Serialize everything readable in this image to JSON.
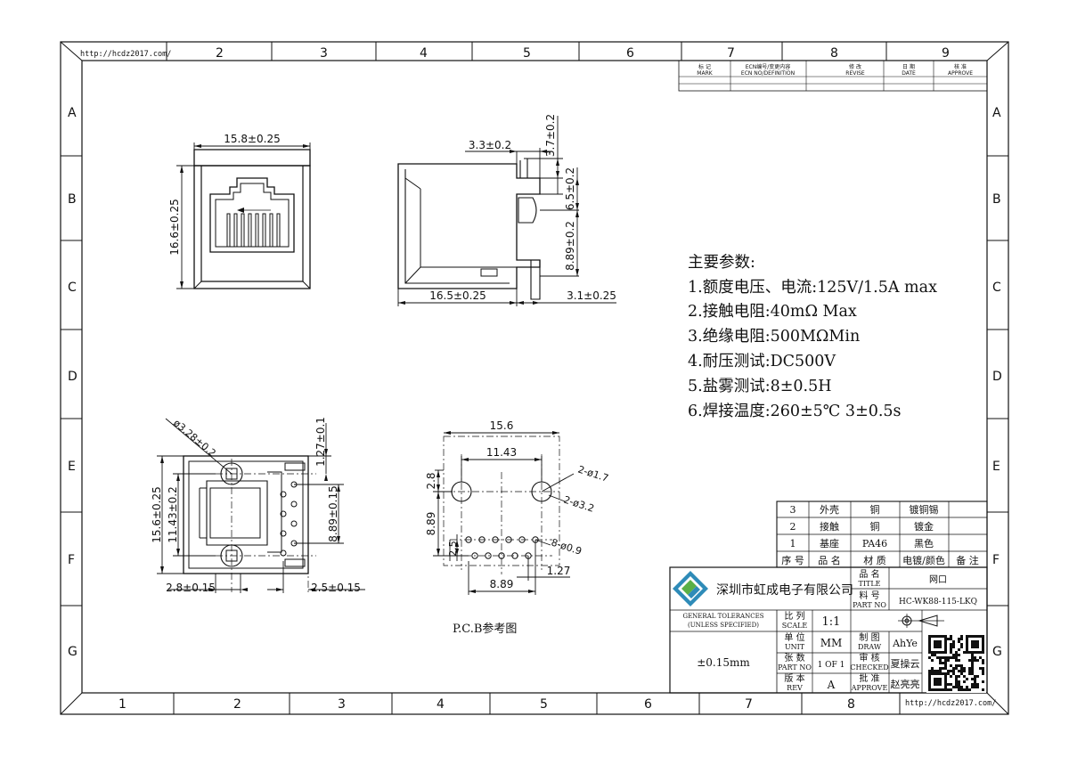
{
  "frame": {
    "url": "http://hcdz2017.com/",
    "top_cols": [
      "2",
      "3",
      "4",
      "5",
      "6",
      "7",
      "8",
      "9"
    ],
    "bottom_cols": [
      "1",
      "2",
      "3",
      "4",
      "5",
      "6",
      "7",
      "8"
    ],
    "rows": [
      "A",
      "B",
      "C",
      "D",
      "E",
      "F",
      "G"
    ]
  },
  "revision": {
    "headers": [
      {
        "cn": "标 记",
        "en": "MARK"
      },
      {
        "cn": "ECN编号/变更内容",
        "en": "ECN NO/DEFINITION"
      },
      {
        "cn": "修 改",
        "en": "REVISE"
      },
      {
        "cn": "日 期",
        "en": "DATE"
      },
      {
        "cn": "核 准",
        "en": "APPROVE"
      }
    ]
  },
  "front_view": {
    "width": "15.8±0.25",
    "height": "16.6±0.25"
  },
  "side_view": {
    "d1": "3.3±0.2",
    "d2": "3.7±0.2",
    "d3": "6.5±0.2",
    "d4": "8.89±0.2",
    "d5": "16.5±0.25",
    "d6": "3.1±0.25"
  },
  "bottom_view": {
    "d1": "ø3.28±0.2",
    "d2": "1.27±0.1",
    "d3": "15.6±0.25",
    "d4": "11.43±0.2",
    "d5": "8.89±0.15",
    "d6": "2.8±0.15",
    "d7": "2.5±0.15"
  },
  "pcb_view": {
    "d1": "15.6",
    "d2": "11.43",
    "d3": "2-ø1.7",
    "d4": "2-ø3.2",
    "d5": "2.8",
    "d6": "8.89",
    "d7": "8-ø0.9",
    "d8": "2.5",
    "d9": "1.27",
    "d10": "8.89",
    "caption": "P.C.B参考图"
  },
  "specs": {
    "title": "主要参数:",
    "items": [
      "1.额度电压、电流:125V/1.5A max",
      "2.接触电阻:40mΩ Max",
      "3.绝缘电阻:500MΩMin",
      "4.耐压测试:DC500V",
      "5.盐雾测试:8±0.5H",
      "6.焊接温度:260±5℃ 3±0.5s"
    ]
  },
  "bom": {
    "rows": [
      [
        "3",
        "外壳",
        "铜",
        "镀铜锡",
        ""
      ],
      [
        "2",
        "接触",
        "铜",
        "镀金",
        ""
      ],
      [
        "1",
        "基座",
        "PA46",
        "黑色",
        ""
      ]
    ],
    "header": [
      "序 号",
      "品 名",
      "材 质",
      "电镀/颜色",
      "备 注"
    ]
  },
  "title_block": {
    "company": "深圳市虹成电子有限公司",
    "title_label_cn": "品 名",
    "title_label_en": "TITLE",
    "title_value": "网口",
    "part_label_cn": "料 号",
    "part_label_en": "PART NO",
    "part_value": "HC-WK88-115-LKQ",
    "tol_line1": "GENERAL TOLERANCES",
    "tol_line2": "(UNLESS SPECIFIED)",
    "tol_value": "±0.15mm",
    "scale_cn": "比 列",
    "scale_en": "SCALE",
    "scale_value": "1:1",
    "unit_cn": "单 位",
    "unit_en": "UNIT",
    "unit_value": "MM",
    "sheet_cn": "张 数",
    "sheet_en": "PART NO",
    "sheet_value": "1 OF 1",
    "rev_cn": "版 本",
    "rev_en": "REV",
    "rev_value": "A",
    "draw_cn": "制 图",
    "draw_en": "DRAW",
    "draw_value": "AhYe",
    "check_cn": "审 核",
    "check_en": "CHECKED",
    "check_value": "夏操云",
    "approve_cn": "批 准",
    "approve_en": "APPROVE",
    "approve_value": "赵亮亮"
  }
}
